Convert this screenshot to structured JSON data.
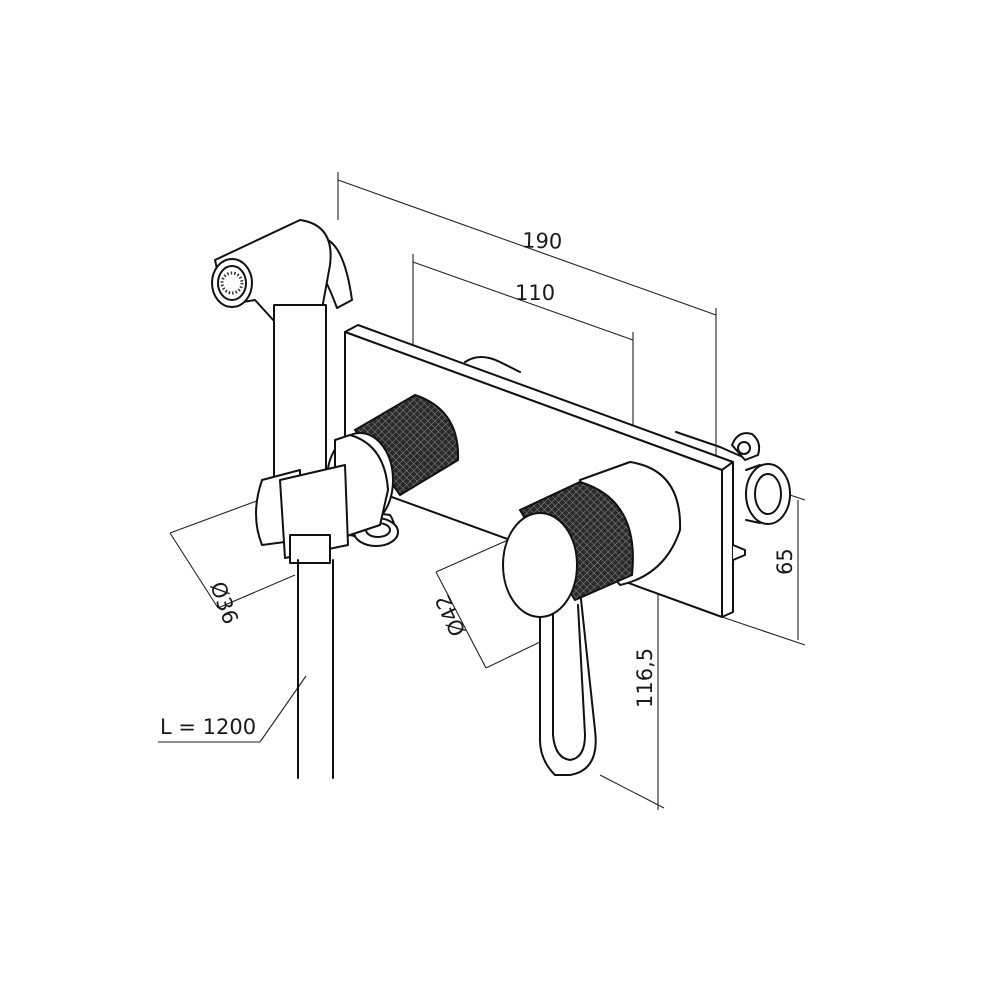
{
  "dimensions": {
    "width_190": "190",
    "width_110": "110",
    "diameter_36": "Ø36",
    "diameter_42": "Ø42",
    "height_65": "65",
    "height_116": "116,5",
    "hose_length": "L = 1200"
  },
  "colors": {
    "line": "#111111",
    "knurl": "#2a2a2a",
    "background": "#ffffff"
  }
}
